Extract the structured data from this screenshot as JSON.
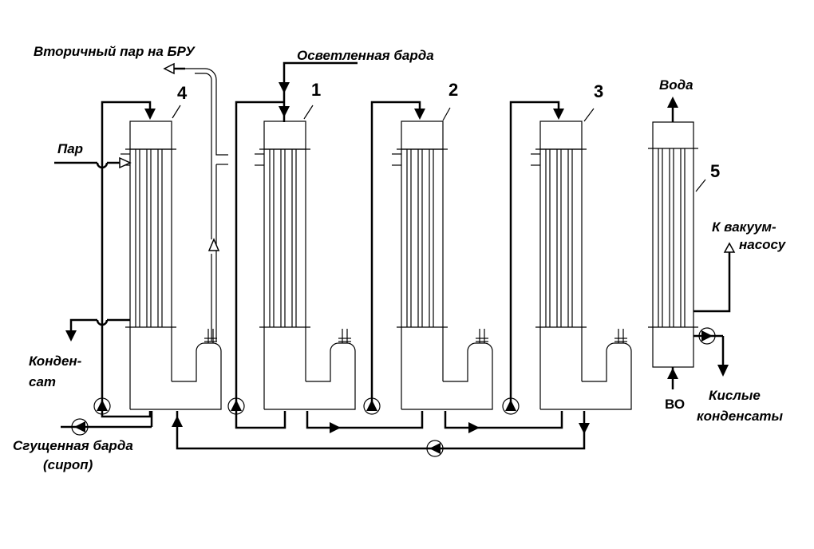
{
  "title": "Схема многокорпусной выпарной установки",
  "labels": {
    "secondary_steam": "Вторичный пар на БРУ",
    "clarified_vinasse": "Осветленная барда",
    "steam": "Пар",
    "condensate_line1": "Конден-",
    "condensate_line2": "сат",
    "thick_vinasse_line1": "Сгущенная барда",
    "thick_vinasse_line2": "(сироп)",
    "water": "Вода",
    "vacuum_line1": "К вакуум-",
    "vacuum_line2": "насосу",
    "acid_line1": "Кислые",
    "acid_line2": "конденсаты",
    "bo": "ВО"
  },
  "units": [
    {
      "id": "4",
      "label": "4"
    },
    {
      "id": "1",
      "label": "1"
    },
    {
      "id": "2",
      "label": "2"
    },
    {
      "id": "3",
      "label": "3"
    },
    {
      "id": "5",
      "label": "5"
    }
  ],
  "colors": {
    "line": "#000000",
    "background": "#ffffff"
  }
}
